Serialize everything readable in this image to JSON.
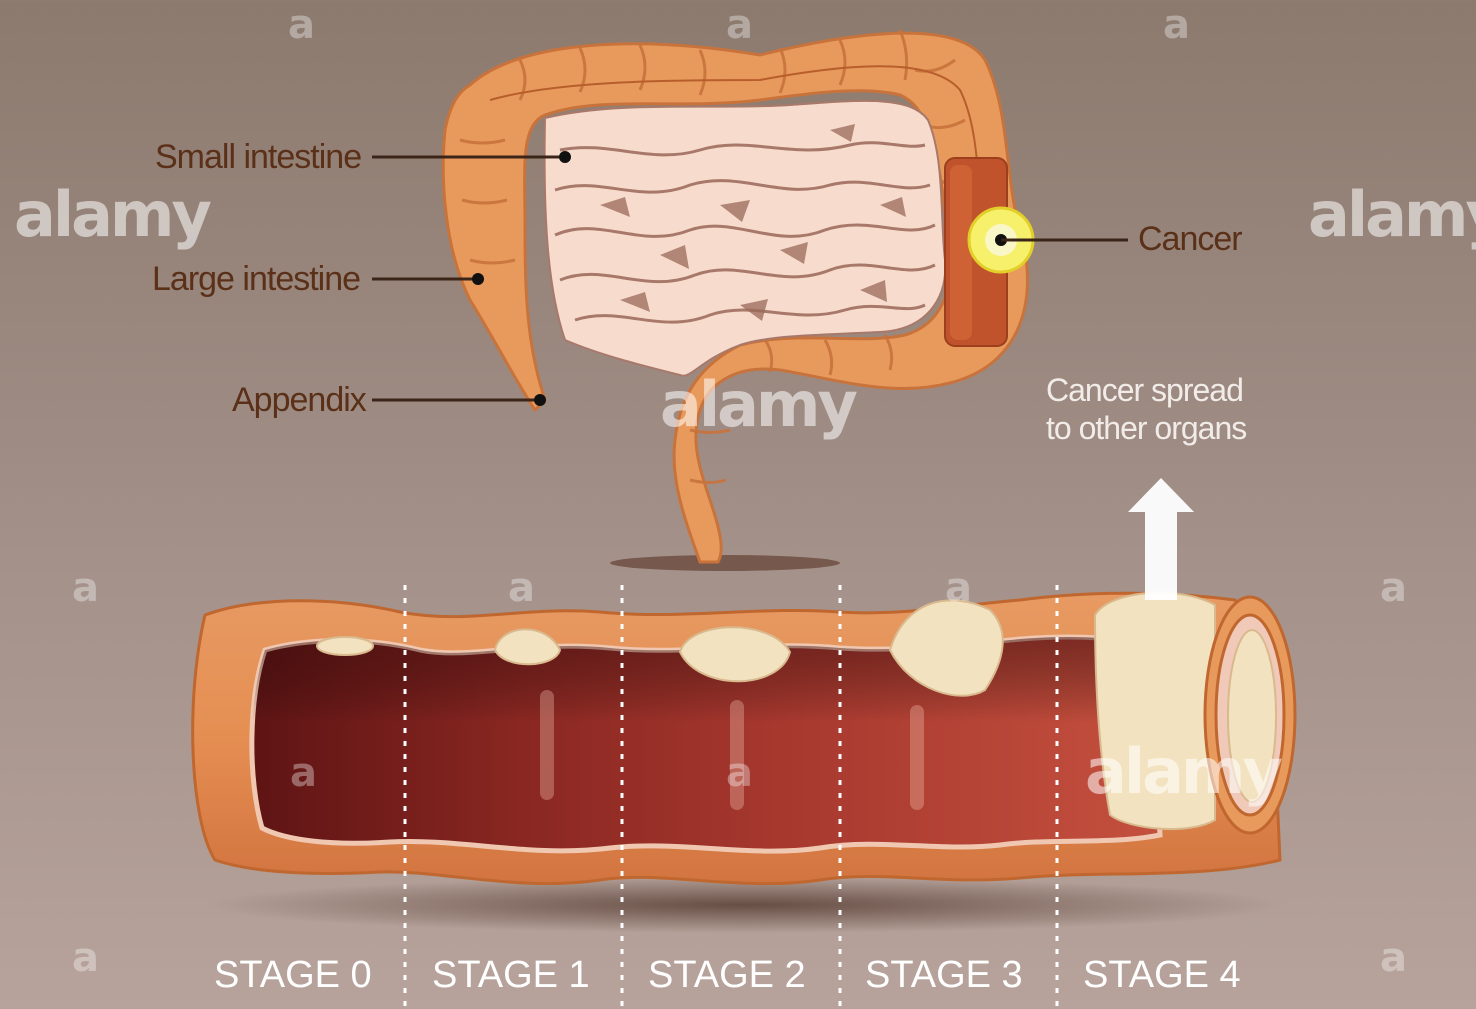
{
  "labels": {
    "small_intestine": "Small intestine",
    "large_intestine": "Large intestine",
    "appendix": "Appendix",
    "cancer": "Cancer",
    "cancer_spread_line1": "Cancer spread",
    "cancer_spread_line2": "to other organs"
  },
  "stages": [
    "STAGE 0",
    "STAGE 1",
    "STAGE 2",
    "STAGE 3",
    "STAGE 4"
  ],
  "watermark": {
    "brand": "alamy",
    "mark": "a"
  },
  "colors": {
    "background_top": "#8c7a6e",
    "background_bottom": "#b7a39b",
    "colon_outer": "#e89a5c",
    "colon_lumen": "#9e2e2a",
    "tumor": "#f3e2bf",
    "cancer_marker": "#f5e62b",
    "label_text": "#5a3018"
  }
}
